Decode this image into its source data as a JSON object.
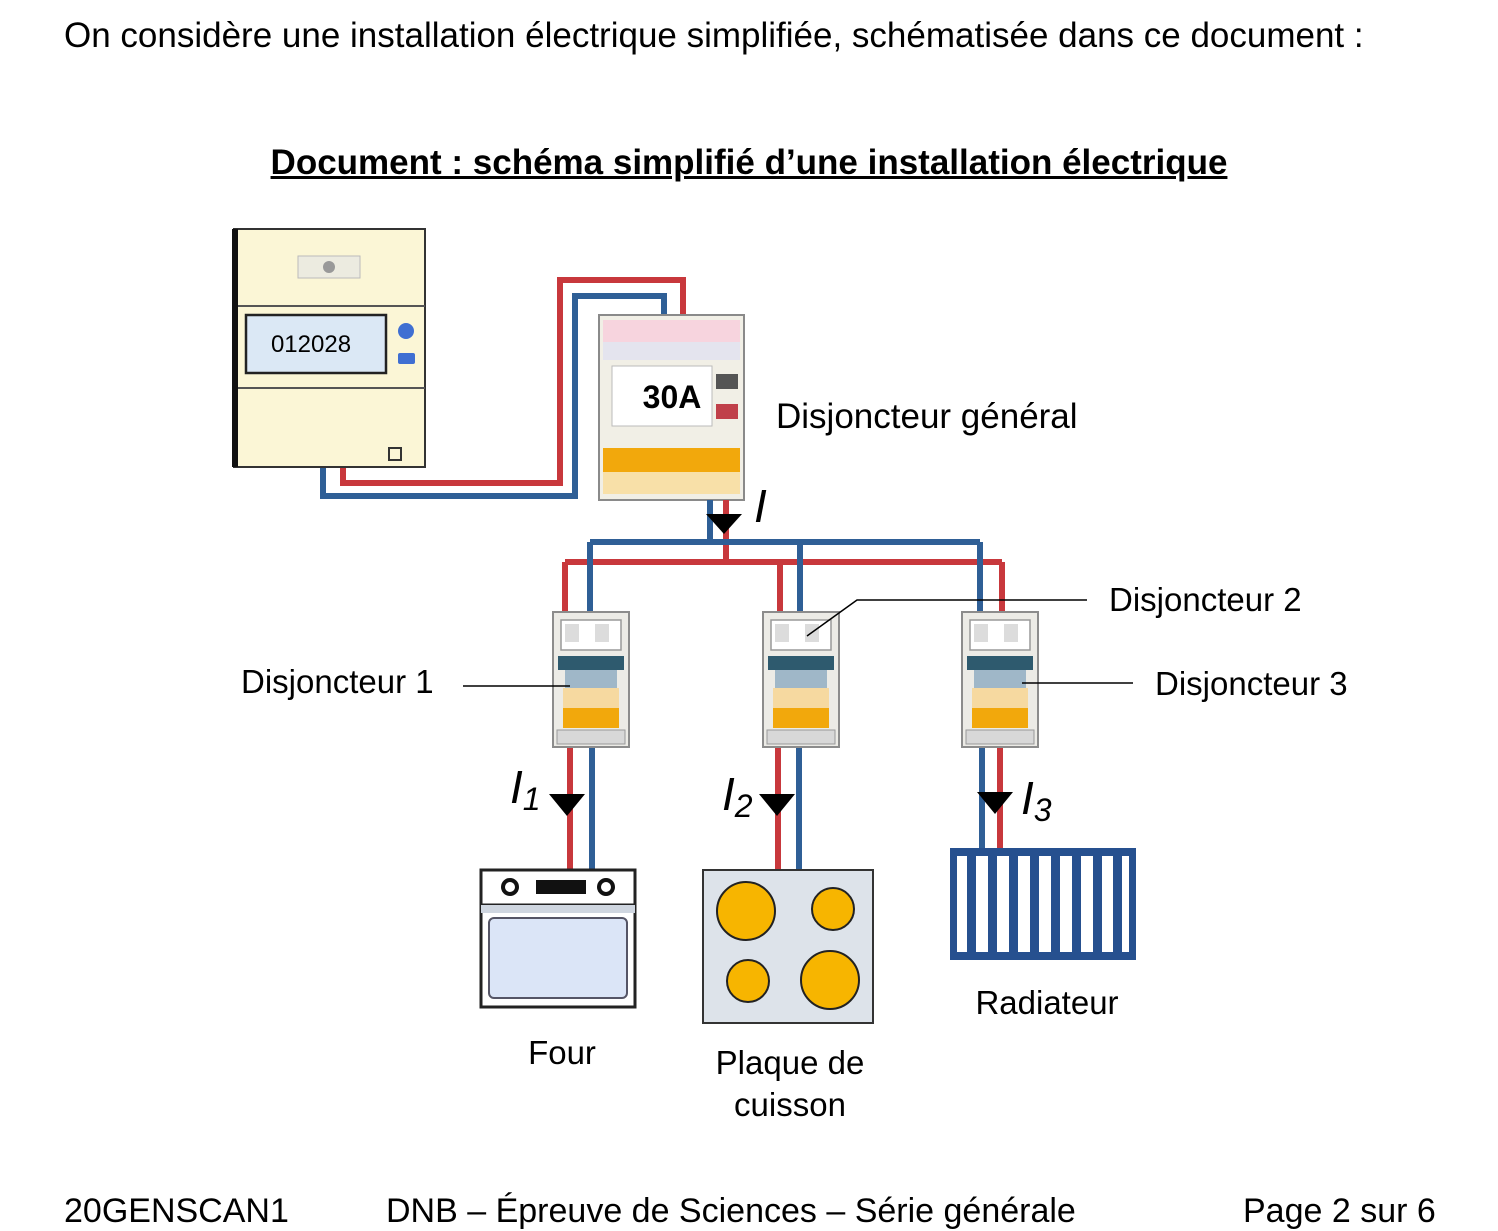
{
  "intro_text": "On considère une installation électrique simplifiée, schématisée dans ce document :",
  "document_title": "Document : schéma simplifié d’une installation électrique",
  "meter": {
    "reading": "012028"
  },
  "main_breaker": {
    "rating": "30A",
    "label": "Disjoncteur général"
  },
  "currents": {
    "total": "I",
    "c1": "I",
    "c1_sub": "1",
    "c2": "I",
    "c2_sub": "2",
    "c3": "I",
    "c3_sub": "3"
  },
  "breakers": {
    "b1": "Disjoncteur 1",
    "b2": "Disjoncteur 2",
    "b3": "Disjoncteur 3"
  },
  "appliances": {
    "oven": "Four",
    "hob_line1": "Plaque de",
    "hob_line2": "cuisson",
    "radiator": "Radiateur"
  },
  "footer": {
    "code": "20GENSCAN1",
    "exam": "DNB – Épreuve de Sciences – Série générale",
    "page": "Page 2 sur 6"
  },
  "colors": {
    "live_wire": "#c8383c",
    "neutral_wire": "#2f5f96",
    "meter_body": "#fbf6d6",
    "hob_burner": "#f7b500"
  }
}
